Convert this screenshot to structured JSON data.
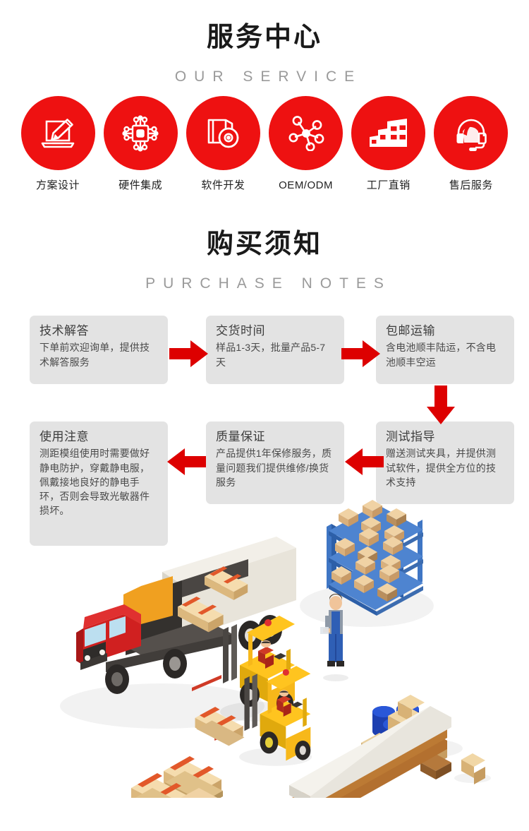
{
  "service": {
    "heading_cn": "服务中心",
    "heading_en": "OUR SERVICE",
    "items": [
      {
        "icon": "laptop-pen-icon",
        "label": "方案设计"
      },
      {
        "icon": "chip-circuit-icon",
        "label": "硬件集成"
      },
      {
        "icon": "disc-software-icon",
        "label": "软件开发"
      },
      {
        "icon": "network-nodes-icon",
        "label": "OEM/ODM"
      },
      {
        "icon": "factory-icon",
        "label": "工厂直销"
      },
      {
        "icon": "headset-icon",
        "label": "售后服务"
      }
    ]
  },
  "purchase": {
    "heading_cn": "购买须知",
    "heading_en": "PURCHASE NOTES",
    "cards": [
      {
        "title": "技术解答",
        "body": "下单前欢迎询单，提供技术解答服务"
      },
      {
        "title": "交货时间",
        "body": "样品1-3天，批量产品5-7天"
      },
      {
        "title": "包邮运输",
        "body": "含电池顺丰陆运，不含电池顺丰空运"
      },
      {
        "title": "测试指导",
        "body": "赠送测试夹具，并提供测试软件，提供全方位的技术支持"
      },
      {
        "title": "质量保证",
        "body": "产品提供1年保修服务，质量问题我们提供维修/换货服务"
      },
      {
        "title": "使用注意",
        "body": "测距模组使用时需要做好静电防护，穿戴静电服，佩戴接地良好的静电手环，否则会导致光敏器件损坏。"
      }
    ],
    "arrows": [
      {
        "name": "arrow-right-1",
        "direction": "right"
      },
      {
        "name": "arrow-right-2",
        "direction": "right"
      },
      {
        "name": "arrow-down-1",
        "direction": "down"
      },
      {
        "name": "arrow-left-1",
        "direction": "left"
      },
      {
        "name": "arrow-left-2",
        "direction": "left"
      }
    ]
  },
  "illustration": {
    "name": "warehouse-logistics-illustration",
    "elements": [
      "delivery-truck",
      "forklift",
      "pallet-boxes",
      "warehouse-shelf",
      "worker",
      "blue-barrels",
      "lumber-stack"
    ]
  },
  "colors": {
    "accent_red": "#ee1111",
    "card_grey": "#e3e3e3",
    "heading_dark": "#1a1a1a",
    "heading_en_grey": "#9a9a9a",
    "body_text": "#4a4a4a"
  }
}
